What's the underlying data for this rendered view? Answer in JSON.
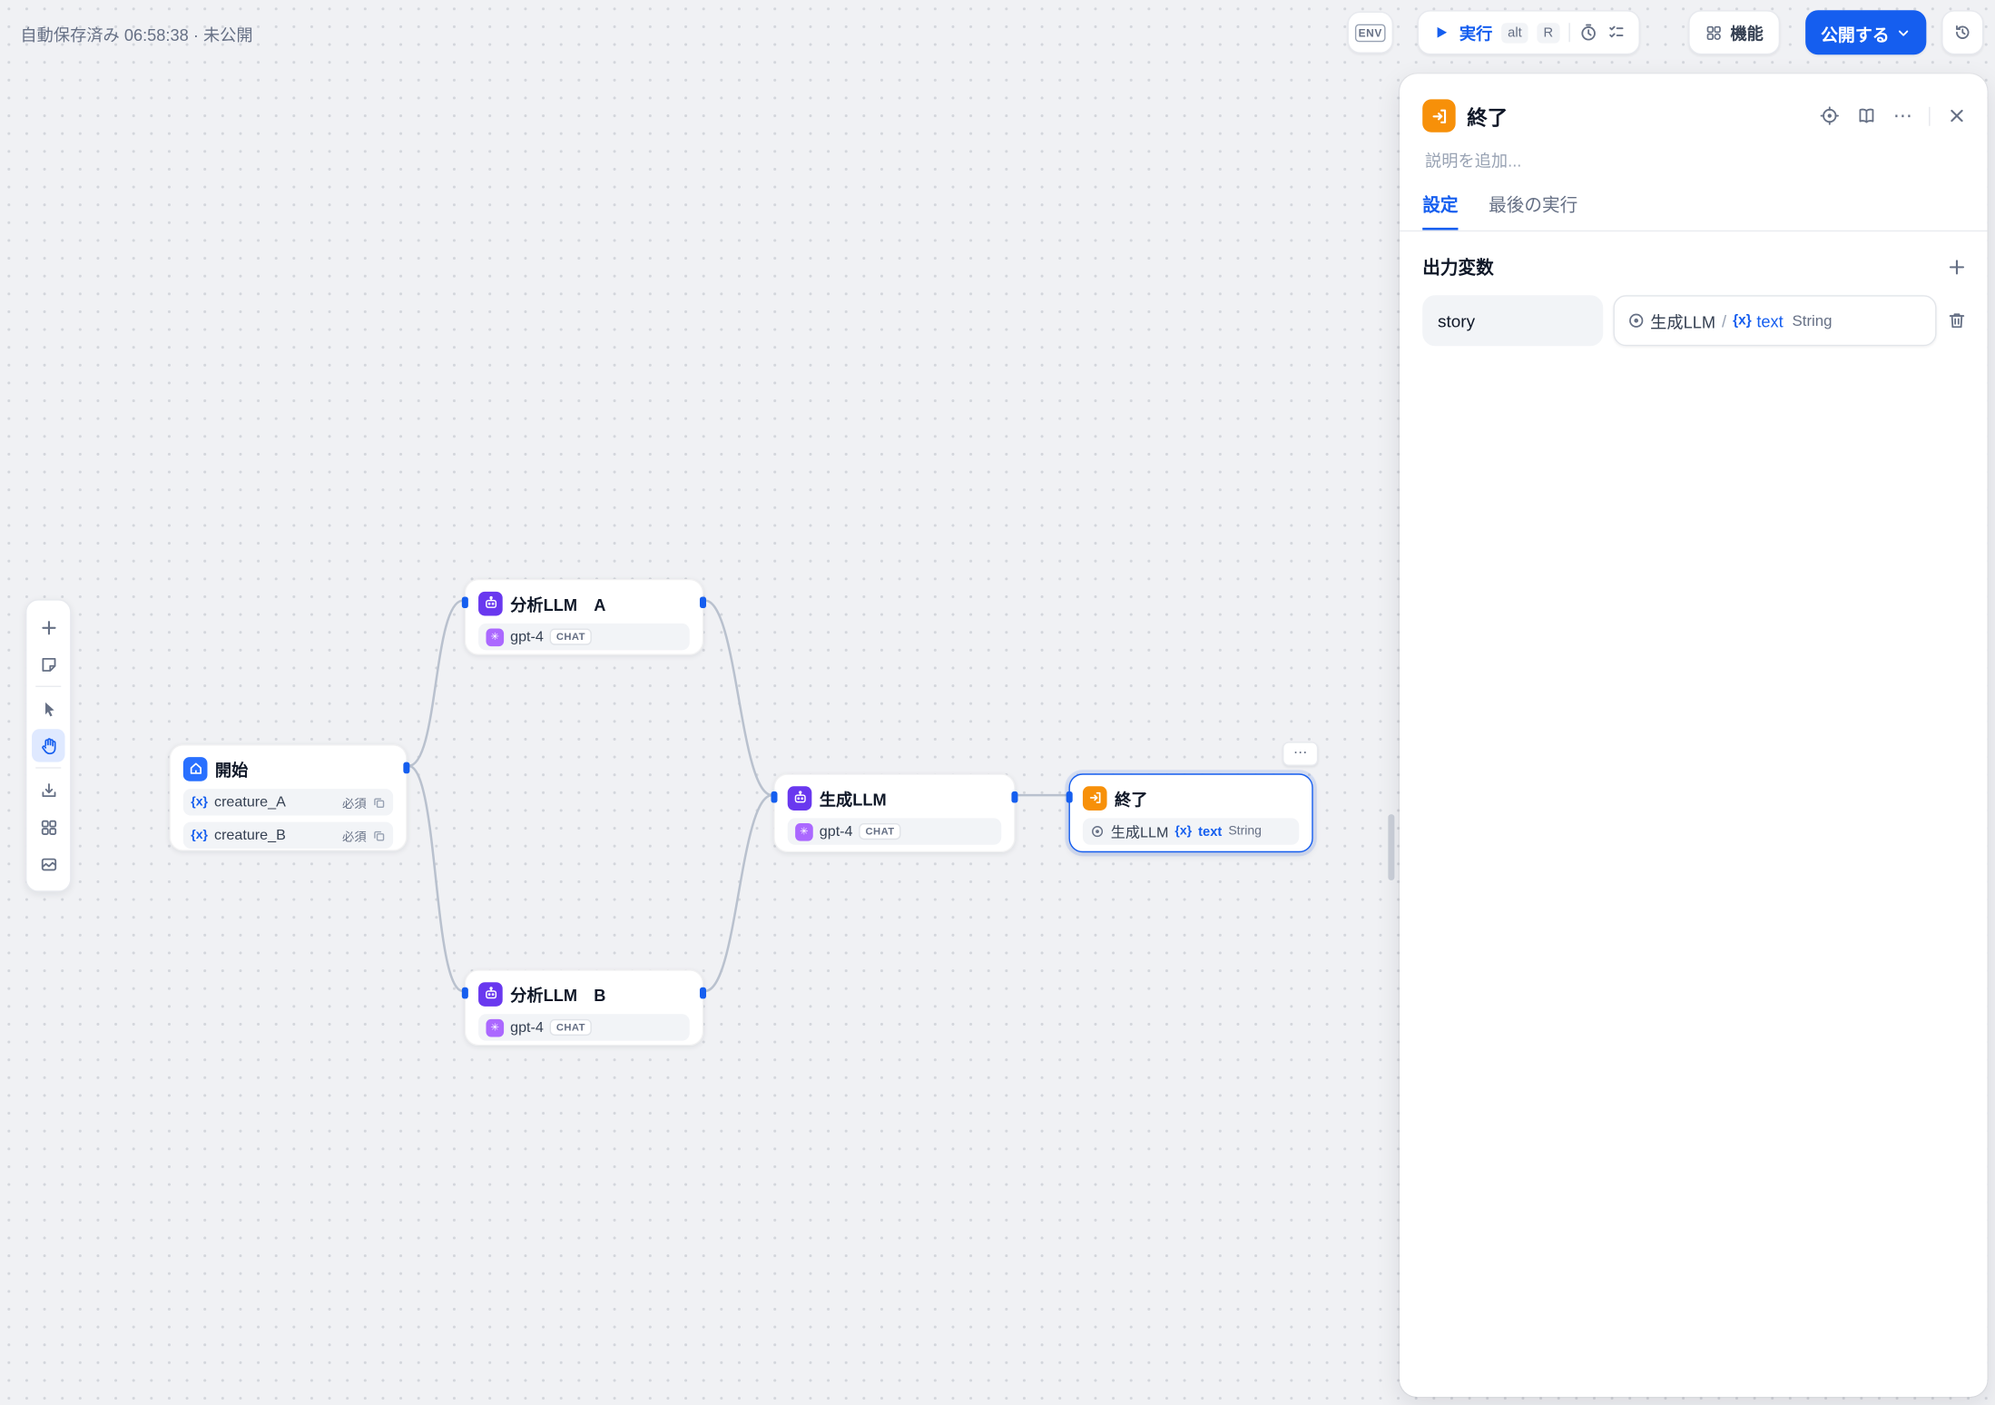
{
  "statusbar": {
    "autosave": "自動保存済み 06:58:38 · 未公開"
  },
  "toolbar": {
    "env": "ENV",
    "run": "実行",
    "shortcut_alt": "alt",
    "shortcut_key": "R",
    "features": "機能",
    "publish": "公開する"
  },
  "panel": {
    "title": "終了",
    "description_placeholder": "説明を追加...",
    "tab_settings": "設定",
    "tab_last_run": "最後の実行",
    "output_section": "出力変数",
    "variable": {
      "name": "story",
      "source_node": "生成LLM",
      "separator": "/",
      "var_name": "text",
      "var_type": "String"
    }
  },
  "nodes": {
    "start": {
      "title": "開始",
      "vars": [
        {
          "name": "creature_A",
          "required": "必須"
        },
        {
          "name": "creature_B",
          "required": "必須"
        }
      ]
    },
    "llm_a": {
      "title": "分析LLM　A",
      "model": "gpt-4",
      "mode": "CHAT"
    },
    "llm_b": {
      "title": "分析LLM　B",
      "model": "gpt-4",
      "mode": "CHAT"
    },
    "llm_gen": {
      "title": "生成LLM",
      "model": "gpt-4",
      "mode": "CHAT"
    },
    "end": {
      "title": "終了",
      "source_node": "生成LLM",
      "var_name": "text",
      "var_type": "String"
    }
  },
  "icons": {
    "x_var": "{x}",
    "ellipsis": "⋯",
    "model": "✳"
  },
  "colors": {
    "primary": "#155eef",
    "end_orange": "#f79009",
    "llm_purple": "#6938ef",
    "model_purple": "#ab68ff",
    "start_blue": "#2970ff"
  }
}
